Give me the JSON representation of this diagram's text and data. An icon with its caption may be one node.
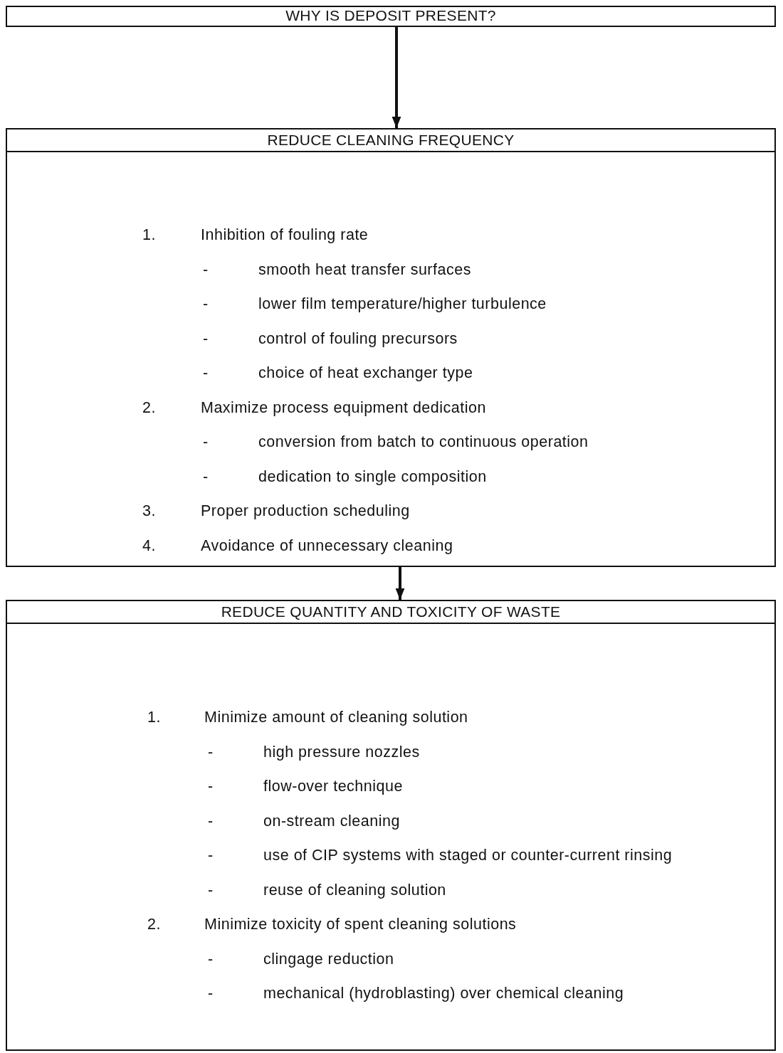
{
  "diagram": {
    "nodes": [
      {
        "text": [
          "WHY IS DEPOSIT PRESENT?"
        ]
      },
      {
        "text": [
          "REDUCE CLEANING FREQUENCY",
          "1.",
          "Inhibition of fouling rate",
          "-",
          "smooth heat transfer surfaces",
          "-",
          "lower film temperature/higher turbulence",
          "-",
          "control of fouling precursors",
          "-",
          "choice of heat exchanger type",
          "2.",
          "Maximize process equipment dedication",
          "-",
          "conversion from batch to continuous operation",
          "-",
          "dedication to single composition",
          "3.",
          "Proper production scheduling",
          "4.",
          "Avoidance of unnecessary cleaning"
        ]
      },
      {
        "text": [
          "REDUCE QUANTITY AND TOXICITY OF WASTE",
          "1.",
          "Minimize amount of cleaning solution",
          "-",
          "high pressure nozzles",
          "-",
          "flow-over technique",
          "-",
          "on-stream cleaning",
          "-",
          "use of CIP systems with staged or counter-current rinsing",
          "-",
          "reuse of cleaning solution",
          "2.",
          "Minimize toxicity of spent cleaning solutions",
          "-",
          "clingage reduction",
          "-",
          "mechanical (hydroblasting) over chemical cleaning"
        ]
      }
    ],
    "edges": [
      {
        "from": 0,
        "to": 1,
        "arrow": "to"
      },
      {
        "from": 1,
        "to": 2,
        "arrow": "to"
      }
    ]
  }
}
